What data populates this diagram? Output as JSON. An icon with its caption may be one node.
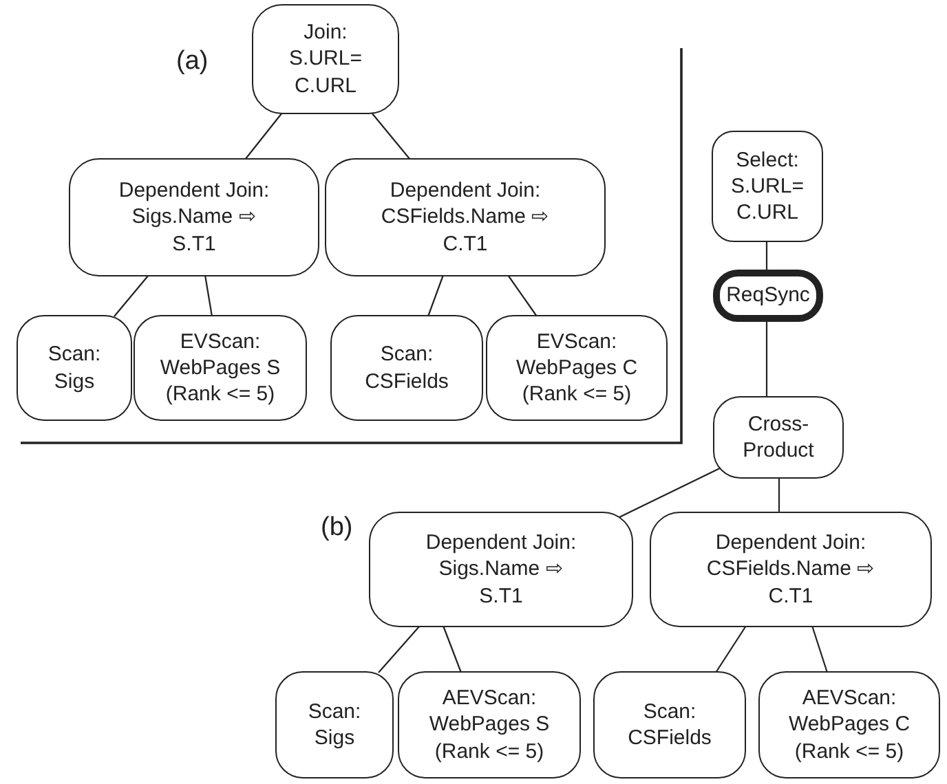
{
  "diagram": {
    "nodes": [
      {
        "text": [
          "Join: S.URL= C.URL"
        ]
      },
      {
        "text": [
          "Dependent Join: Sigs.Name ⇨ S.T1"
        ]
      },
      {
        "text": [
          "Dependent Join: CSFields.Name ⇨ C.T1"
        ]
      },
      {
        "text": [
          "Scan: Sigs"
        ]
      },
      {
        "text": [
          "EVScan: WebPages S (Rank <= 5)"
        ]
      },
      {
        "text": [
          "Scan: CSFields"
        ]
      },
      {
        "text": [
          "EVScan: WebPages C (Rank <= 5)"
        ]
      },
      {
        "text": [
          "Select: S.URL= C.URL"
        ]
      },
      {
        "text": [
          "ReqSync"
        ]
      },
      {
        "text": [
          "Cross- Product"
        ]
      },
      {
        "text": [
          "Dependent Join: Sigs.Name ⇨ S.T1"
        ]
      },
      {
        "text": [
          "Dependent Join: CSFields.Name ⇨ C.T1"
        ]
      },
      {
        "text": [
          "Scan: Sigs"
        ]
      },
      {
        "text": [
          "AEVScan: WebPages S (Rank <= 5)"
        ]
      },
      {
        "text": [
          "Scan: CSFields"
        ]
      },
      {
        "text": [
          "AEVScan: WebPages C (Rank <= 5)"
        ]
      }
    ],
    "edges": [
      {
        "from": 0,
        "to": 1,
        "arrow": "none"
      },
      {
        "from": 0,
        "to": 2,
        "arrow": "none"
      },
      {
        "from": 1,
        "to": 3,
        "arrow": "none"
      },
      {
        "from": 1,
        "to": 4,
        "arrow": "none"
      },
      {
        "from": 2,
        "to": 5,
        "arrow": "none"
      },
      {
        "from": 2,
        "to": 6,
        "arrow": "none"
      },
      {
        "from": 7,
        "to": 8,
        "arrow": "none"
      },
      {
        "from": 8,
        "to": 9,
        "arrow": "none"
      },
      {
        "from": 9,
        "to": 10,
        "arrow": "none"
      },
      {
        "from": 9,
        "to": 11,
        "arrow": "none"
      },
      {
        "from": 10,
        "to": 12,
        "arrow": "none"
      },
      {
        "from": 10,
        "to": 13,
        "arrow": "none"
      },
      {
        "from": 11,
        "to": 14,
        "arrow": "none"
      },
      {
        "from": 11,
        "to": 15,
        "arrow": "none"
      }
    ],
    "labels": [
      "(a)",
      "(b)"
    ]
  }
}
